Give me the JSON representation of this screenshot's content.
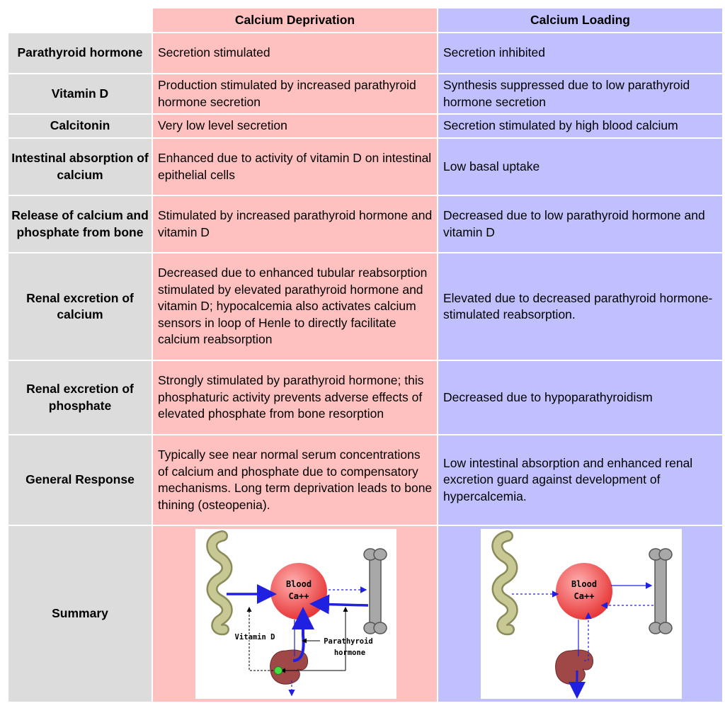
{
  "header": {
    "deprivation": "Calcium Deprivation",
    "loading": "Calcium Loading"
  },
  "rows": [
    {
      "label": "Parathyroid hormone",
      "deprivation": "Secretion stimulated",
      "loading": "Secretion inhibited"
    },
    {
      "label": "Vitamin D",
      "deprivation": "Production stimulated by increased parathyroid hormone secretion",
      "loading": "Synthesis suppressed due to low parathyroid hormone secretion"
    },
    {
      "label": "Calcitonin",
      "deprivation": "Very low level secretion",
      "loading": "Secretion stimulated by high blood calcium"
    },
    {
      "label": "Intestinal absorption of calcium",
      "deprivation": "Enhanced due to activity of vitamin D on intestinal epithelial cells",
      "loading": "Low basal uptake"
    },
    {
      "label": "Release of calcium and phosphate from bone",
      "deprivation": "Stimulated by increased parathyroid hormone and vitamin D",
      "loading": "Decreased due to low parathyroid hormone and vitamin D"
    },
    {
      "label": "Renal excretion of calcium",
      "deprivation": "Decreased due to enhanced tubular reabsorption stimulated by elevated parathyroid hormone and vitamin D; hypocalcemia also activates calcium sensors in loop of Henle to directly facilitate calcium reabsorption",
      "loading": "Elevated due to decreased parathyroid hormone-stimulated reabsorption."
    },
    {
      "label": "Renal excretion of phosphate",
      "deprivation": "Strongly stimulated by parathyroid hormone; this phosphaturic activity prevents adverse effects of elevated phosphate from bone resorption",
      "loading": "Decreased due to hypoparathyroidism"
    },
    {
      "label": "General Response",
      "deprivation": "Typically see near normal serum concentrations of calcium and phosphate due to compensatory mechanisms. Long term deprivation leads to bone thining (osteopenia).",
      "loading": "Low intestinal absorption and enhanced renal excretion guard against development of hypercalcemia."
    }
  ],
  "summary": {
    "label": "Summary",
    "diagram_left": {
      "blood_label": "Blood",
      "ca_label": "Ca++",
      "vitamin_d_label": "Vitamin D",
      "pth_label_line1": "Parathyroid",
      "pth_label_line2": "hormone"
    },
    "diagram_right": {
      "blood_label": "Blood",
      "ca_label": "Ca++"
    }
  },
  "colors": {
    "deprivation_bg": "#ffc0c0",
    "loading_bg": "#c0c0ff",
    "label_bg": "#dcdcdc",
    "arrow": "#2020e0",
    "blood": "#e83838",
    "kidney": "#a04848",
    "bone": "#a8a8a8",
    "gut": "#bcbc8c",
    "receptor": "#40e040"
  }
}
